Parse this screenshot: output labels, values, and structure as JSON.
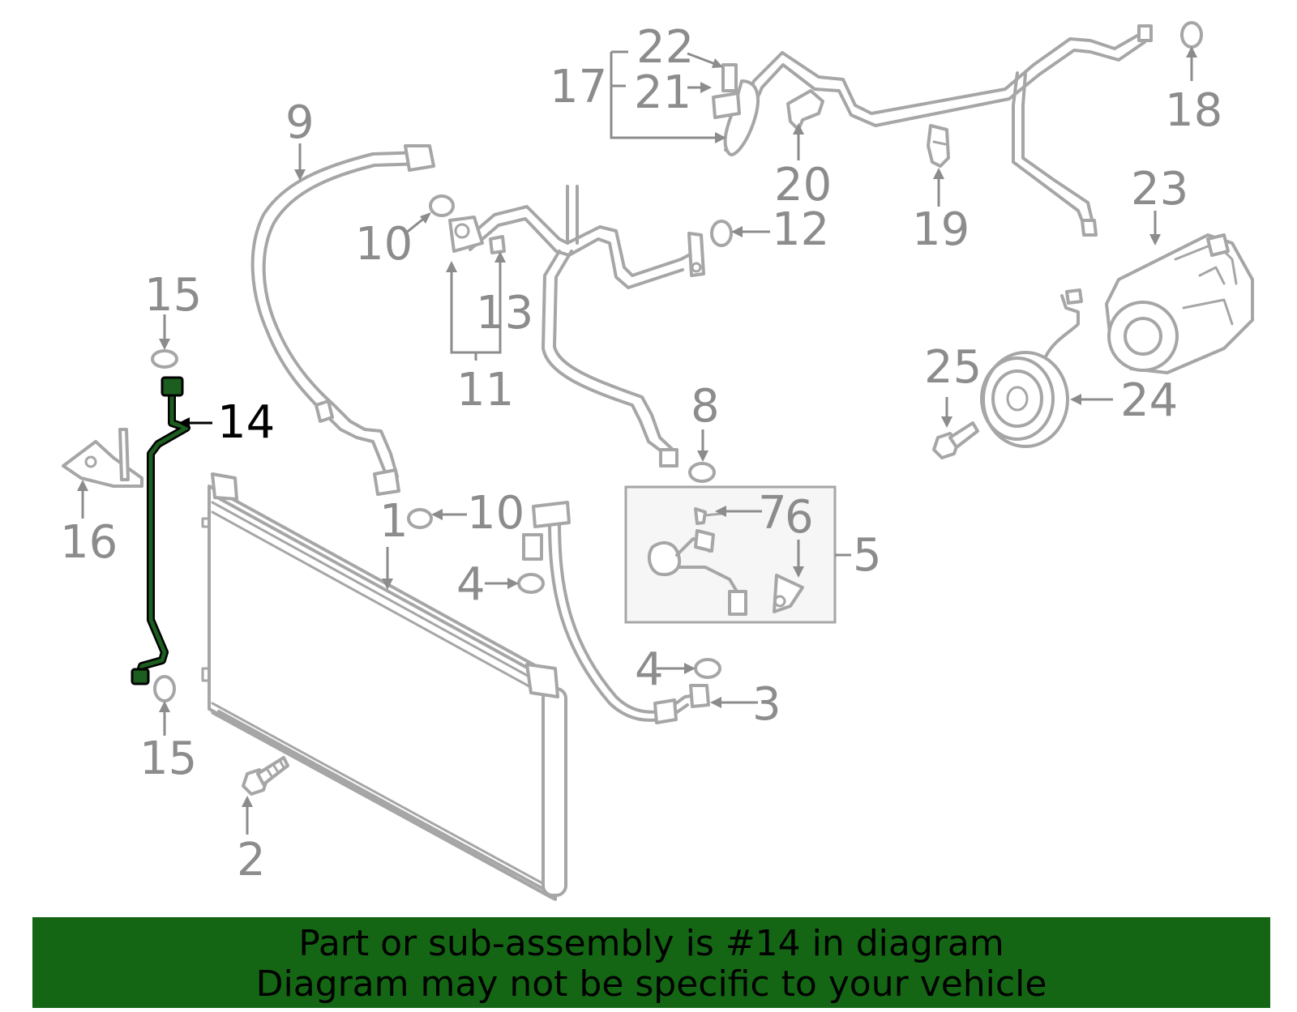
{
  "diagram": {
    "highlighted_part": "14",
    "callouts": {
      "c1": "1",
      "c2": "2",
      "c3": "3",
      "c4a": "4",
      "c4b": "4",
      "c5": "5",
      "c6": "6",
      "c7": "7",
      "c8": "8",
      "c9": "9",
      "c10a": "10",
      "c10b": "10",
      "c11": "11",
      "c12": "12",
      "c13": "13",
      "c14": "14",
      "c15a": "15",
      "c15b": "15",
      "c16": "16",
      "c17": "17",
      "c18": "18",
      "c19": "19",
      "c20": "20",
      "c21": "21",
      "c22": "22",
      "c23": "23",
      "c24": "24",
      "c25": "25"
    },
    "colors": {
      "line_art": "#a6a6a6",
      "callout_text": "#8c8c8c",
      "highlight": "#1b5e20",
      "banner_bg": "#146614"
    }
  },
  "banner": {
    "line1": "Part or sub-assembly is #14 in diagram",
    "line2": "Diagram may not be specific to your vehicle"
  }
}
